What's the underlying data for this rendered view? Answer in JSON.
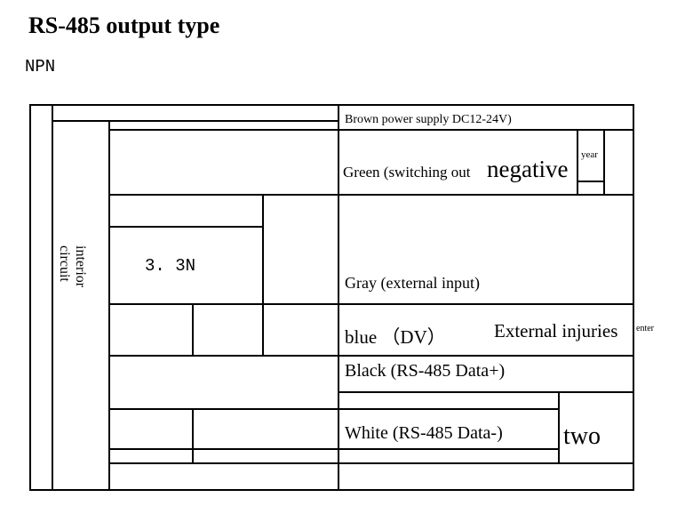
{
  "title": "RS-485 output type",
  "subtitle": "NPN",
  "diagram": {
    "interior_label": "interior circuit",
    "interior_label_lines": [
      "interior",
      "circuit"
    ],
    "internal_voltage": "3. 3N",
    "wires": {
      "brown": "Brown power supply DC12-24V)",
      "green": "Green (switching out",
      "gray": "Gray (external input)",
      "blue": "blue （DV）",
      "black": "Black (RS-485 Data+)",
      "white": "White (RS-485 Data-)"
    },
    "annotations": {
      "negative": "negative",
      "year": "year",
      "external_injuries": "External injuries",
      "enter": "enter",
      "two": "two"
    }
  }
}
